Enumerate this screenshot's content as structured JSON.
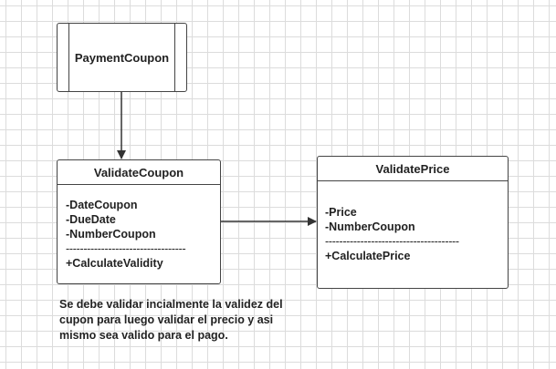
{
  "diagram": {
    "payment_coupon": {
      "title": "PaymentCoupon"
    },
    "validate_coupon": {
      "title": "ValidateCoupon",
      "attributes": [
        "-DateCoupon",
        "-DueDate",
        "-NumberCoupon"
      ],
      "separator": "----------------------------------",
      "methods": [
        "+CalculateValidity"
      ]
    },
    "validate_price": {
      "title": "ValidatePrice",
      "attributes": [
        "-Price",
        "-NumberCoupon"
      ],
      "separator": "--------------------------------------",
      "methods": [
        "+CalculatePrice"
      ]
    },
    "note": {
      "line1": "Se debe validar incialmente la validez del",
      "line2": "cupon para luego validar el precio y asi",
      "line3": "mismo sea valido para el pago."
    },
    "colors": {
      "line": "#444444",
      "grid": "#dcdcdc",
      "background": "#ffffff"
    }
  }
}
